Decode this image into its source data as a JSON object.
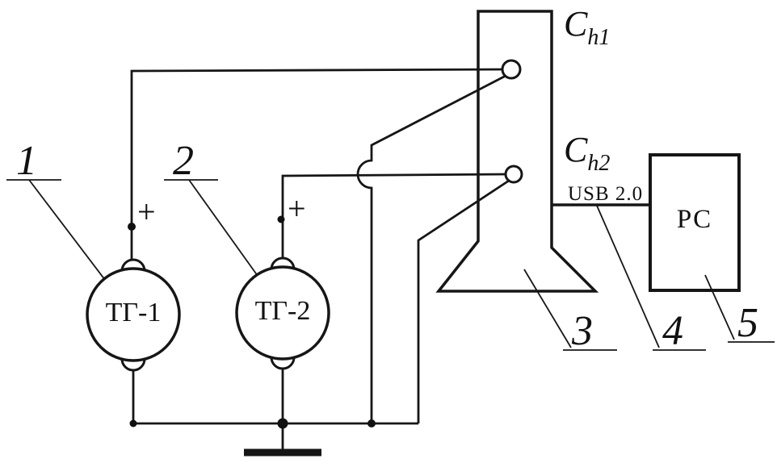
{
  "diagram": {
    "generators": [
      {
        "label": "ТГ-1",
        "polarity_label": "+"
      },
      {
        "label": "ТГ-2",
        "polarity_label": "+"
      }
    ],
    "oscilloscope": {
      "channel1": {
        "symbol": "C",
        "subscript": "h1"
      },
      "channel2": {
        "symbol": "C",
        "subscript": "h2"
      },
      "usb_label": "USB 2.0"
    },
    "pc": {
      "label": "PC"
    },
    "callouts": [
      "1",
      "2",
      "3",
      "4",
      "5"
    ]
  }
}
